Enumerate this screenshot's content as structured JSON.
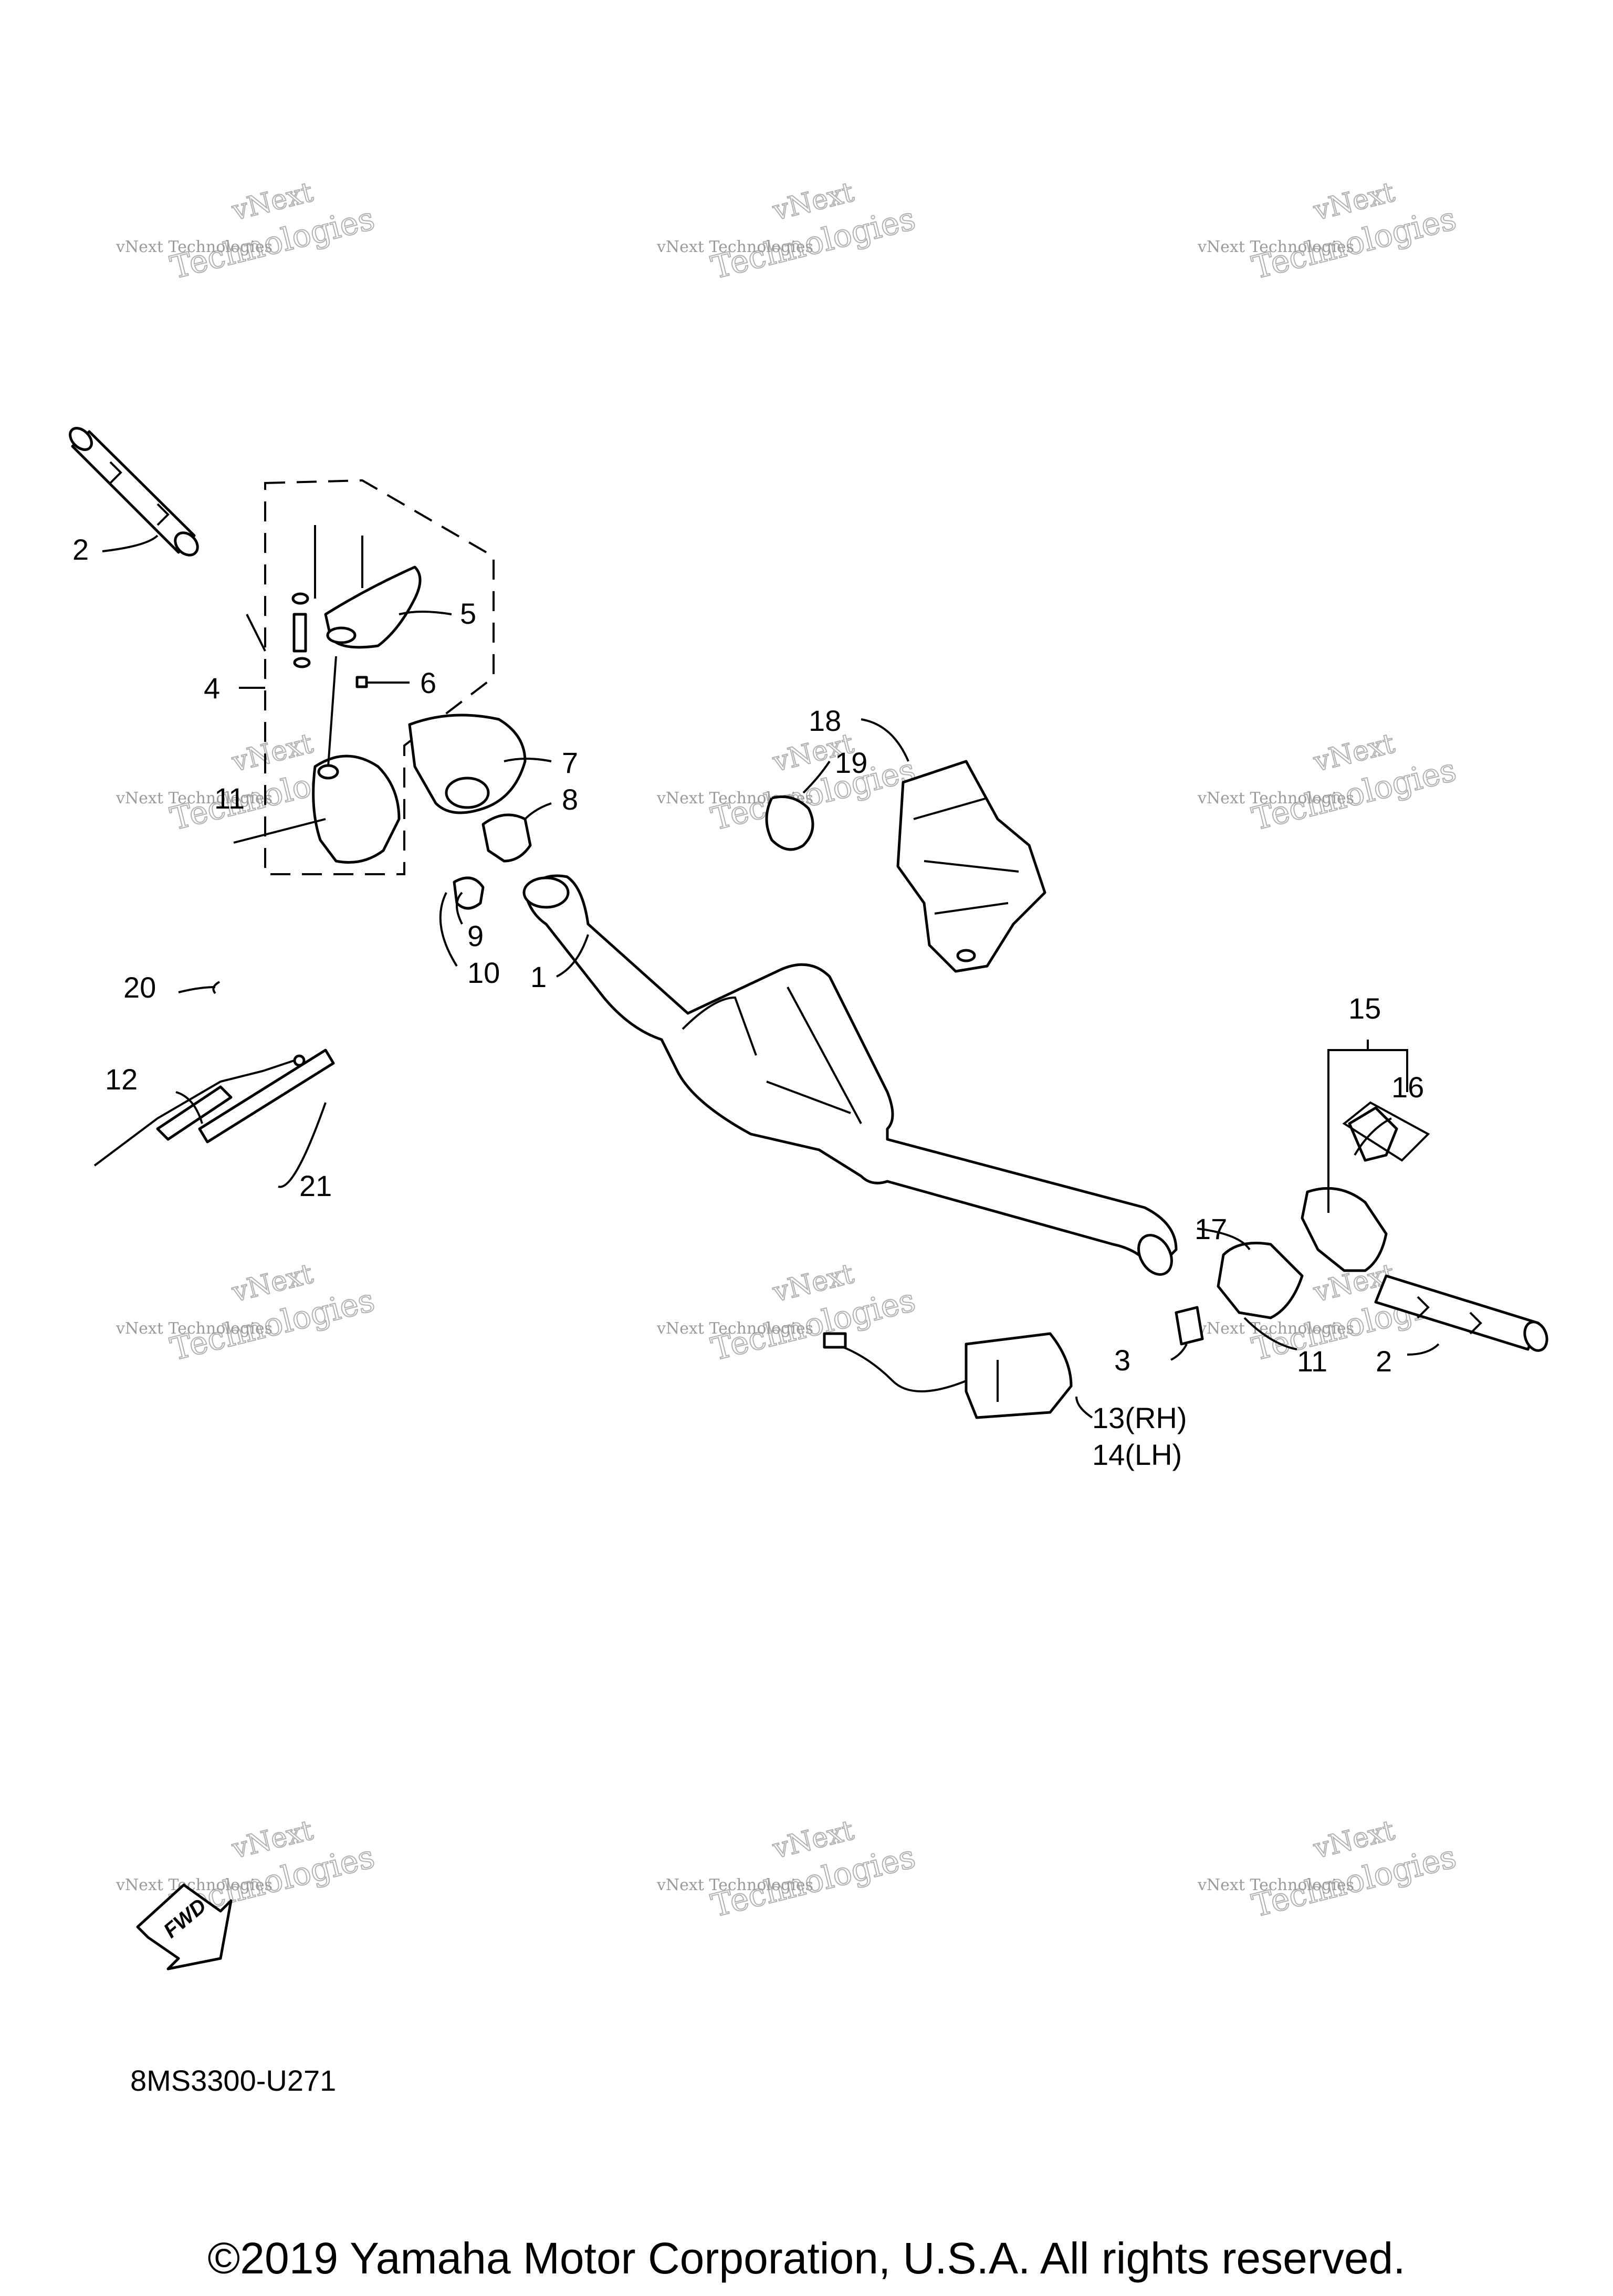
{
  "callouts": {
    "c1": "1",
    "c2a": "2",
    "c2b": "2",
    "c3": "3",
    "c4": "4",
    "c5": "5",
    "c6": "6",
    "c7": "7",
    "c8": "8",
    "c9": "9",
    "c10": "10",
    "c11a": "11",
    "c11b": "11",
    "c12": "12",
    "c13": "13(RH)",
    "c14": "14(LH)",
    "c15": "15",
    "c16": "16",
    "c17": "17",
    "c18": "18",
    "c19": "19",
    "c20": "20",
    "c21": "21"
  },
  "watermark": {
    "line1": "vNext",
    "line2": "vNext Technologies",
    "line3": "Technologies"
  },
  "fwd_label": "FWD",
  "diagram_code": "8MS3300-U271",
  "copyright": "©2019 Yamaha Motor Corporation, U.S.A. All rights reserved."
}
